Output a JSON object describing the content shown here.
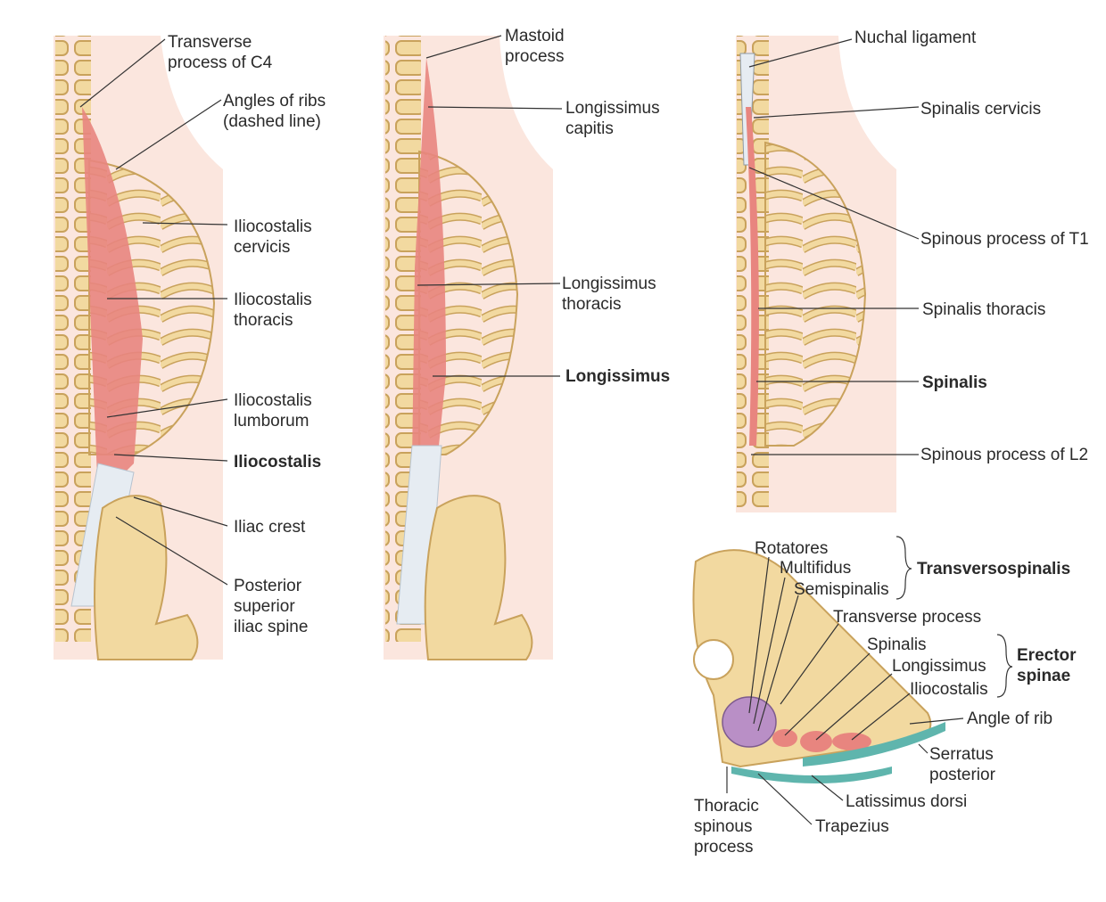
{
  "panels": {
    "iliocostalis": {
      "labels": [
        "Transverse\nprocess of C4",
        "Angles of ribs\n(dashed line)",
        "Iliocostalis\ncervicis",
        "Iliocostalis\nthoracis",
        "Iliocostalis\nlumborum",
        "Iliocostalis",
        "Iliac crest",
        "Posterior\nsuperior\niliac spine"
      ]
    },
    "longissimus": {
      "labels": [
        "Mastoid\nprocess",
        "Longissimus\ncapitis",
        "Longissimus\nthoracis",
        "Longissimus"
      ]
    },
    "spinalis": {
      "labels": [
        "Nuchal ligament",
        "Spinalis cervicis",
        "Spinous process of T1",
        "Spinalis thoracis",
        "Spinalis",
        "Spinous process of L2"
      ]
    },
    "cross_section": {
      "labels": [
        "Rotatores",
        "Multifidus",
        "Semispinalis",
        "Transversospinalis",
        "Transverse process",
        "Spinalis",
        "Longissimus",
        "Iliocostalis",
        "Erector\nspinae",
        "Angle of rib",
        "Serratus\nposterior",
        "Latissimus dorsi",
        "Thoracic\nspinous\nprocess",
        "Trapezius"
      ]
    }
  },
  "colors": {
    "bone": "#f2d9a0",
    "bone_edge": "#c9a25c",
    "skin": "#fbe6de",
    "muscle": "#e8857f",
    "tendon": "#e6ecf2",
    "purple_muscle": "#b98fc6",
    "teal_muscle": "#5fb5ad"
  }
}
